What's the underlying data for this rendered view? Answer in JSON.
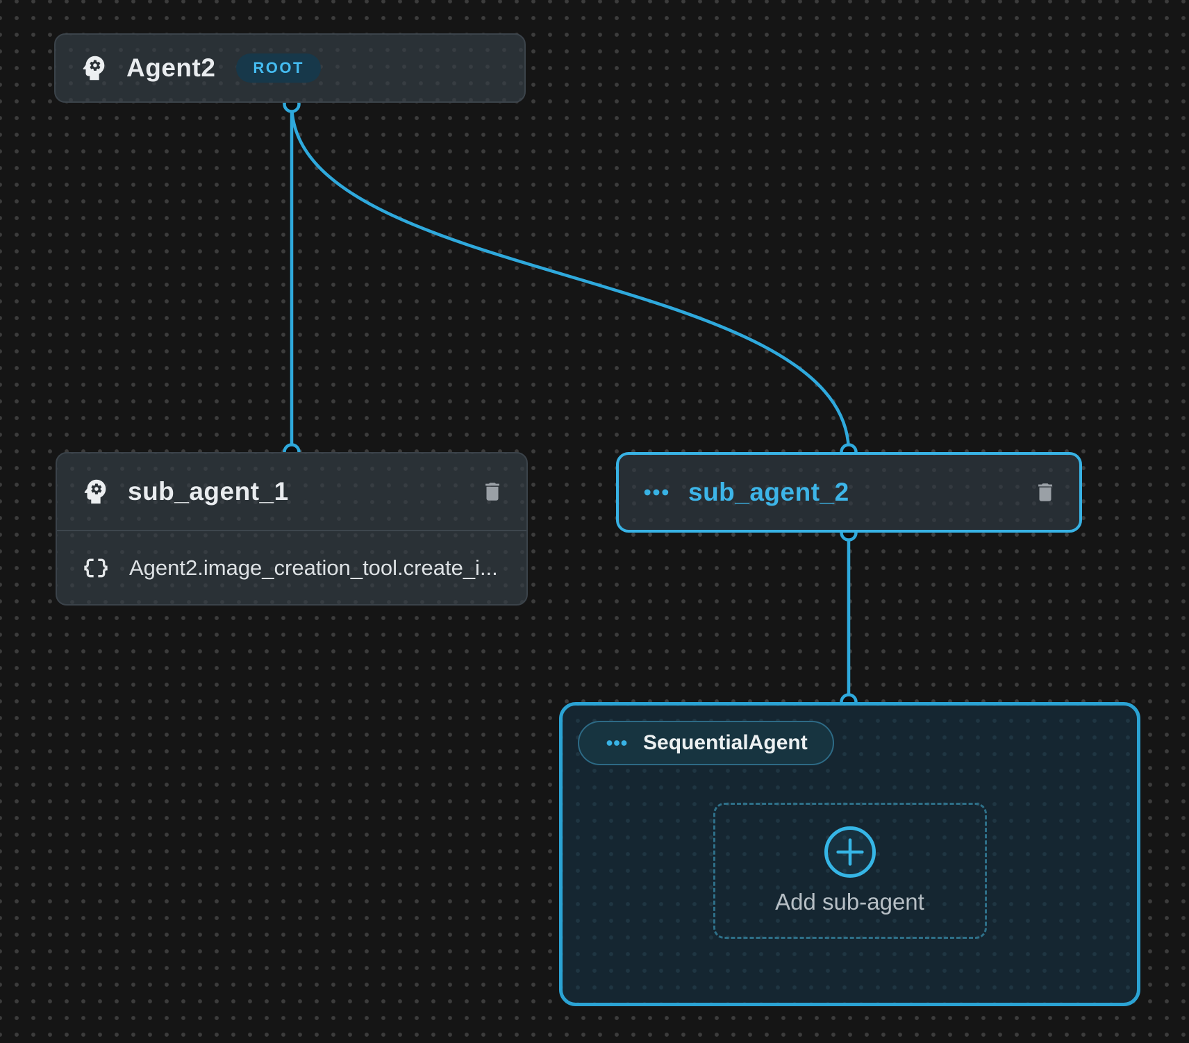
{
  "canvas": {
    "kind": "agent-flow-editor"
  },
  "nodes": {
    "agent2": {
      "title": "Agent2",
      "badge": "ROOT"
    },
    "sub_agent_1": {
      "title": "sub_agent_1",
      "tool_ref": "Agent2.image_creation_tool.create_i..."
    },
    "sub_agent_2": {
      "title": "sub_agent_2",
      "selected": true
    },
    "sequential_group": {
      "type_label": "SequentialAgent",
      "add_button": "Add sub-agent"
    }
  },
  "edges": [
    {
      "from": "Agent2",
      "to": "sub_agent_1"
    },
    {
      "from": "Agent2",
      "to": "sub_agent_2"
    },
    {
      "from": "sub_agent_2",
      "to": "SequentialAgent-group"
    }
  ],
  "icons": {
    "agent_node": "psychology-head-gear-icon",
    "multi_agent": "more-horiz-dots-icon",
    "tool": "data-object-braces-icon",
    "delete": "trash-icon",
    "add": "plus-circle-icon"
  },
  "colors": {
    "canvas_bg": "#151515",
    "grid_dot": "#3c3c3c",
    "node_bg": "#2a3136",
    "node_border": "#3b434a",
    "accent_edge": "#2fa9dc",
    "selection_border": "#38b2e4",
    "selected_title": "#3db5e8",
    "root_badge_bg": "#17384a",
    "root_badge_text": "#45bdf2",
    "group_bg": "#152631",
    "group_border": "#2ba3d4",
    "pill_bg": "#173440",
    "dashed_border": "#2e7089",
    "trash_icon": "#9aa0a6",
    "add_label_text": "#b7bfc5"
  }
}
